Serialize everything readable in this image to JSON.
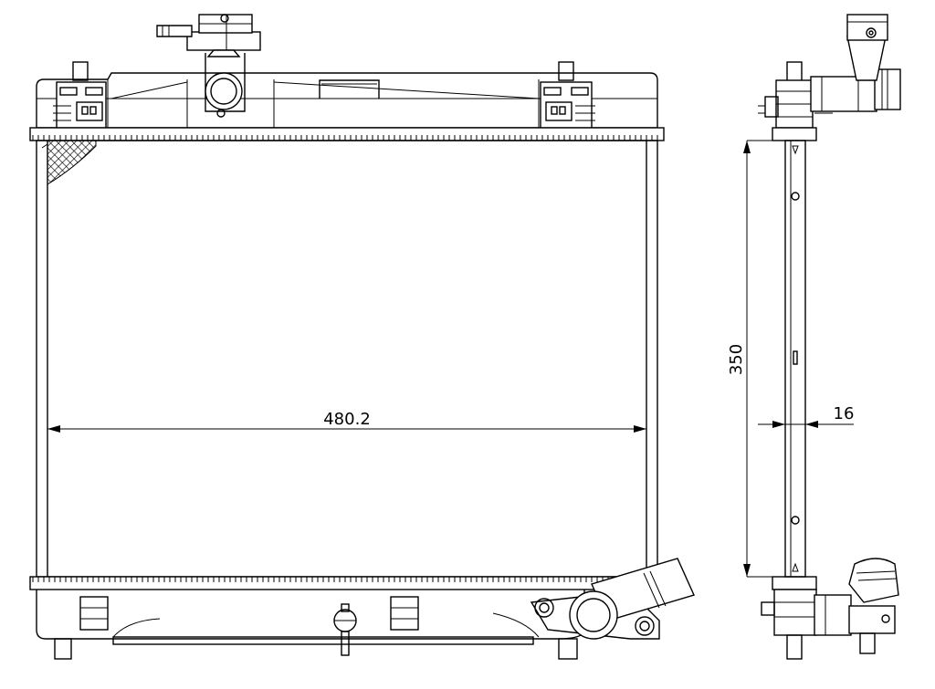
{
  "dimensions": {
    "width": "480.2",
    "height": "350",
    "depth": "16"
  },
  "colors": {
    "line": "#000000",
    "background": "#ffffff"
  }
}
